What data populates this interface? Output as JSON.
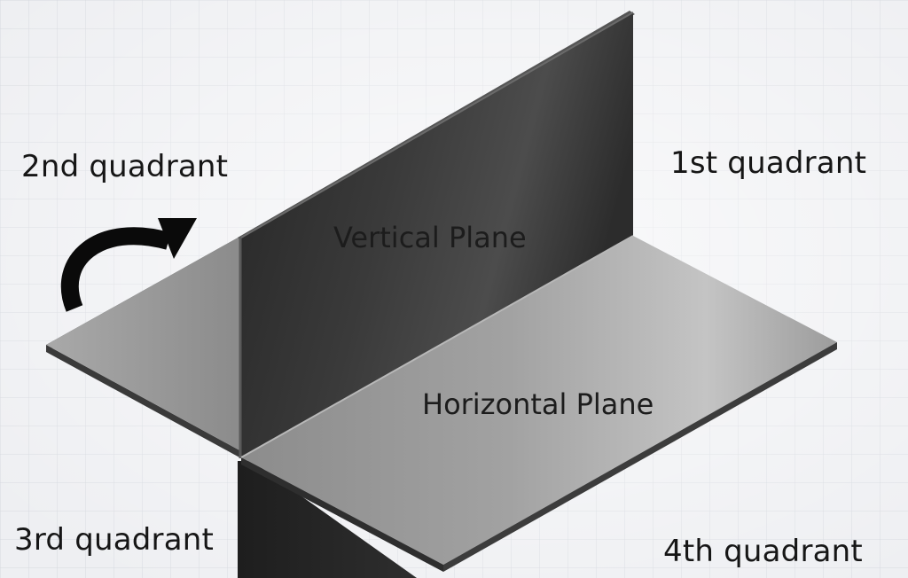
{
  "diagram": {
    "quadrants": {
      "first": "1st quadrant",
      "second": "2nd quadrant",
      "third": "3rd quadrant",
      "fourth": "4th quadrant"
    },
    "planes": {
      "vertical": "Vertical Plane",
      "horizontal": "Horizontal Plane"
    },
    "icons": {
      "rotation_arrow": "curved-rotation-arrow-icon"
    },
    "colors": {
      "background": "#eeeff2",
      "grid_line": "#d6d9df",
      "vertical_plane": "#2a2a2a",
      "horizontal_plane": "#9a9a9a",
      "text": "#161616",
      "arrow": "#0a0a0a"
    }
  }
}
